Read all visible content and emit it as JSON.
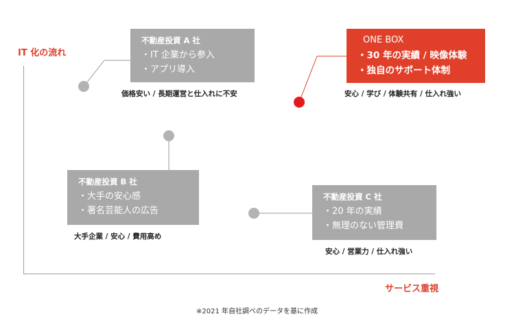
{
  "axes": {
    "y_label": "IT 化の流れ",
    "x_label": "サービス重視"
  },
  "companies": {
    "a": {
      "title": "不動産投資 A 社",
      "items": [
        "・IT 企業から参入",
        "・アプリ導入"
      ],
      "caption": "価格安い /  長期運営と仕入れに不安"
    },
    "onebox": {
      "title": "ONE BOX",
      "items": [
        "・30 年の実績 / 映像体験",
        "・独自のサポート体制"
      ],
      "caption": "安心 / 学び / 体験共有 / 仕入れ強い"
    },
    "b": {
      "title": "不動産投資 B 社",
      "items": [
        "・大手の安心感",
        "・著名芸能人の広告"
      ],
      "caption": "大手企業 / 安心 / 費用高め"
    },
    "c": {
      "title": "不動産投資 C 社",
      "items": [
        "・20 年の実績",
        "・無理のない管理費"
      ],
      "caption": "安心 / 営業力 / 仕入れ強い"
    }
  },
  "footnote": "※2021 年自社調べのデータを基に作成",
  "colors": {
    "accent": "#e0402a",
    "marker_highlight": "#e21c1c",
    "box_gray": "#a9a9a9",
    "marker_gray": "#b3b3b3"
  }
}
